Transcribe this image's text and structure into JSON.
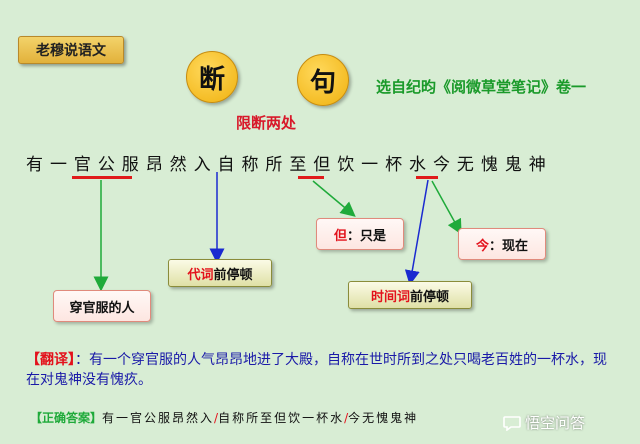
{
  "brand_label": "老穆说语文",
  "title_chars": [
    "断",
    "句"
  ],
  "source_line": "选自纪昀《阅微草堂笔记》卷一",
  "limit_note": "限断两处",
  "sentence_chars": [
    "有",
    "一",
    "官",
    "公",
    "服",
    "昂",
    "然",
    "入",
    "自",
    "称",
    "所",
    "至",
    "但",
    "饮",
    "一",
    "杯",
    "水",
    "今",
    "无",
    "愧",
    "鬼",
    "神"
  ],
  "callouts": {
    "chuanguanfu": "穿官服的人",
    "dan_term": "但",
    "dan_meaning": "：只是",
    "jin_term": "今",
    "jin_meaning": "：现在",
    "daici_term": "代词",
    "daici_suffix": "前停顿",
    "shijianci_term": "时间词",
    "shijianci_suffix": "前停顿"
  },
  "translation": {
    "label": "【翻译】",
    "text": "：有一个穿官服的人气昂昂地进了大殿，自称在世时所到之处只喝老百姓的一杯水，现在对鬼神没有愧疚。"
  },
  "answer": {
    "label": "【正确答案】",
    "part1": "有一官公服昂然入",
    "sep1": "/",
    "part2": "自称所至但饮一杯水",
    "sep2": "/",
    "part3": "今无愧鬼神"
  },
  "watermark": {
    "icon": "chat-bubble-icon",
    "text": "悟空问答"
  },
  "colors": {
    "background": "#d8edd4",
    "green_arrow": "#1faa3a",
    "blue_arrow": "#1a2ad0",
    "red_underline": "#e01b1b"
  }
}
